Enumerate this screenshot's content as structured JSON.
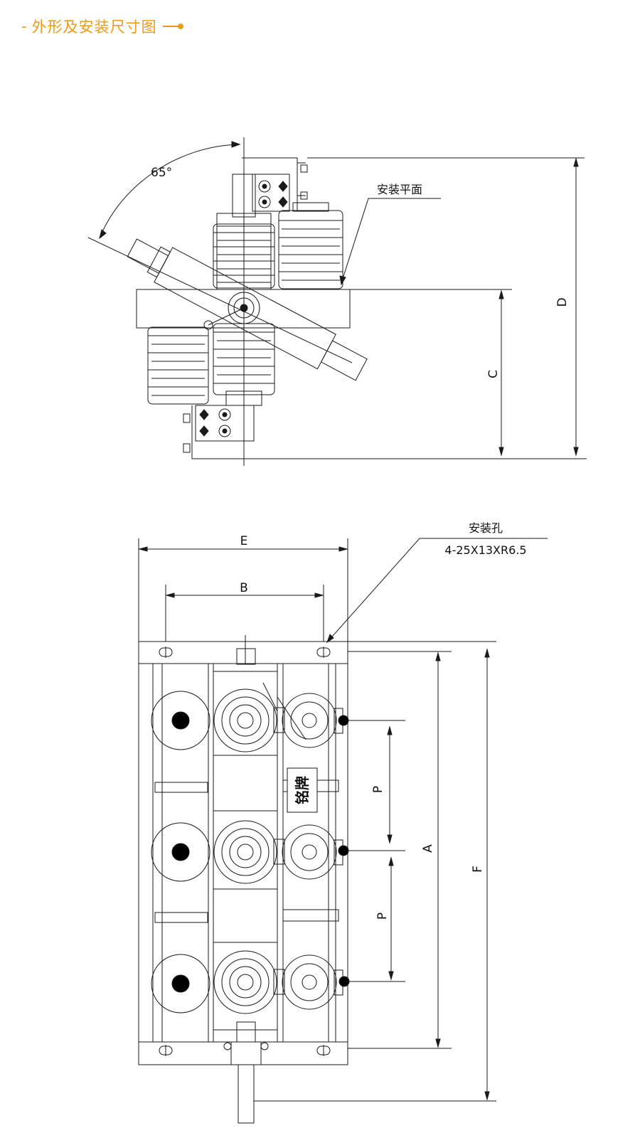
{
  "header": {
    "dash": "-",
    "title": "外形及安装尺寸图",
    "accent_color": "#ec9a17"
  },
  "side_view": {
    "angle_label": "65°",
    "mount_plane_label": "安装平面",
    "dim_c": "C",
    "dim_d": "D"
  },
  "top_view": {
    "dim_e": "E",
    "dim_b": "B",
    "hole_label": "安装孔",
    "hole_spec": "4-25X13XR6.5",
    "nameplate": "铭牌",
    "dim_p1": "P",
    "dim_p2": "P",
    "dim_a": "A",
    "dim_f": "F"
  },
  "colors": {
    "line": "#1a1a1a",
    "dot": "#000000",
    "background": "#ffffff"
  }
}
